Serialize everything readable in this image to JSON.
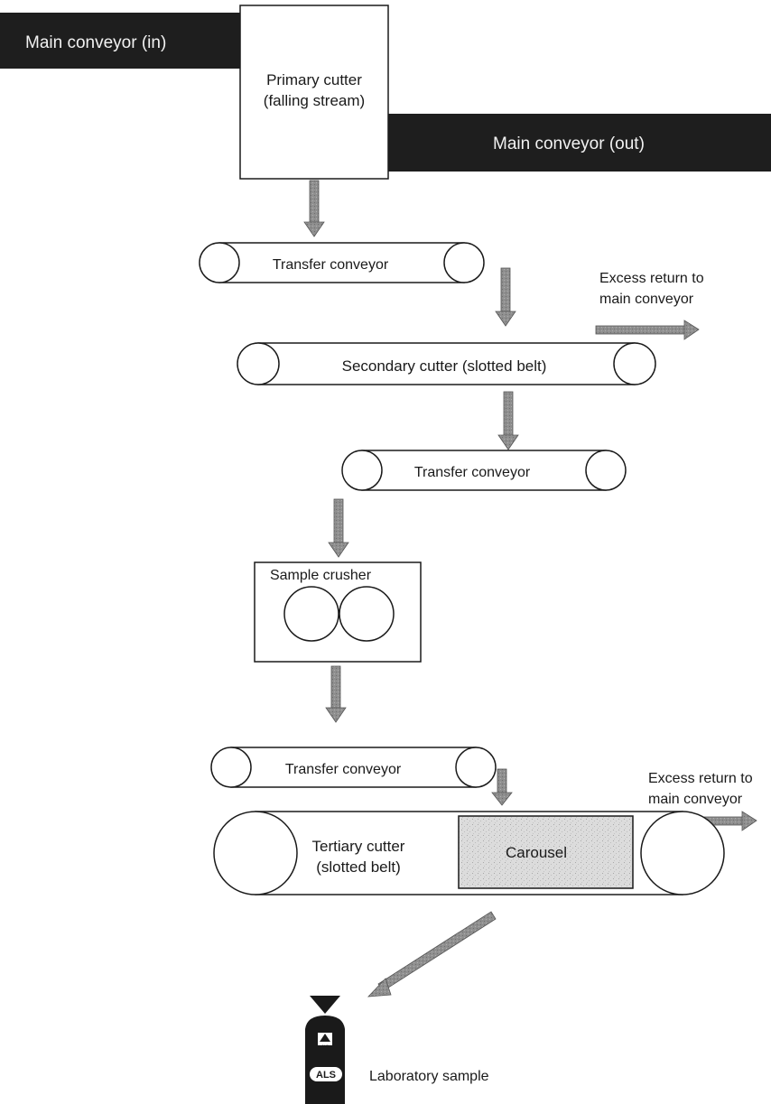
{
  "main_in": {
    "label": "Main conveyor (in)"
  },
  "main_out": {
    "label": "Main conveyor (out)"
  },
  "primary_cutter": {
    "line1": "Primary cutter",
    "line2": "(falling stream)"
  },
  "transfer_conveyor_1": {
    "label": "Transfer conveyor"
  },
  "secondary_cutter": {
    "label": "Secondary cutter (slotted belt)"
  },
  "excess_return_1": {
    "line1": "Excess return to",
    "line2": "main conveyor"
  },
  "transfer_conveyor_2": {
    "label": "Transfer conveyor"
  },
  "sample_crusher": {
    "label": "Sample crusher"
  },
  "transfer_conveyor_3": {
    "label": "Transfer conveyor"
  },
  "excess_return_2": {
    "line1": "Excess return to",
    "line2": "main conveyor"
  },
  "tertiary_cutter": {
    "line1": "Tertiary cutter",
    "line2": "(slotted belt)"
  },
  "carousel": {
    "label": "Carousel"
  },
  "sample_bag": {
    "badge": "ALS",
    "logo_text": "ALS"
  },
  "laboratory_sample": {
    "label": "Laboratory sample"
  },
  "colors": {
    "conveyor_fill": "#1e1e1e",
    "arrow_fill": "#8c8c8c",
    "stroke": "#1a1a1a",
    "carousel_fill": "#d9d9d9"
  }
}
